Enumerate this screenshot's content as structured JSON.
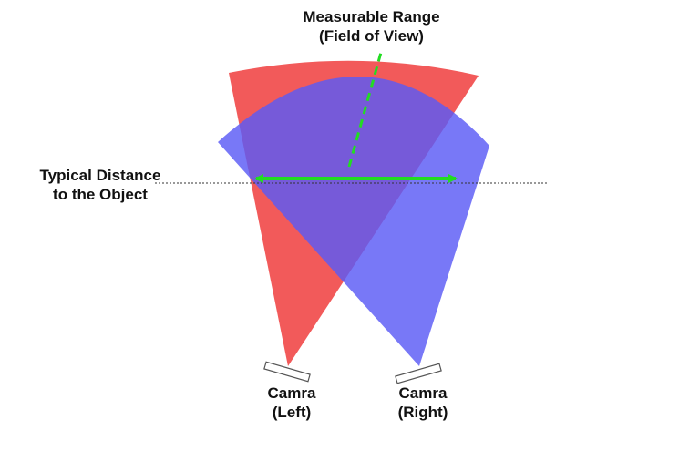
{
  "labels": {
    "range_line1": "Measurable Range",
    "range_line2": "(Field of View)",
    "distance_line1": "Typical Distance",
    "distance_line2": "to the Object",
    "cam_left_line1": "Camra",
    "cam_left_line2": "(Left)",
    "cam_right_line1": "Camra",
    "cam_right_line2": "(Right)"
  },
  "colors": {
    "left_fov": "#f25a5a",
    "right_fov": "#5a5af5",
    "overlap": "#7a3fc0",
    "measure_arrow": "#22dd22",
    "distance_line": "#333333",
    "camera_body": "#ffffff",
    "camera_outline": "#555555"
  },
  "icons": {
    "measure": "double-arrow-icon",
    "camera": "camera-rect-icon"
  }
}
